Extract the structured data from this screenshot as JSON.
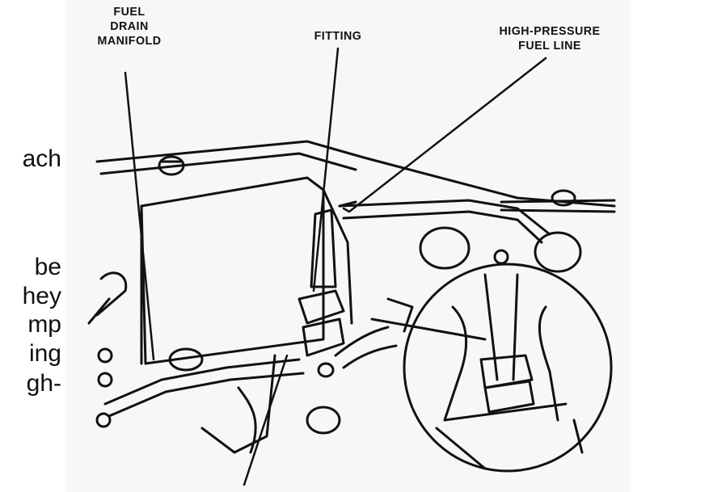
{
  "side_text": {
    "lines": [
      "ach",
      "be",
      "hey",
      "mp",
      "ing",
      "gh-"
    ]
  },
  "callouts": {
    "fuel_drain_manifold": [
      "FUEL",
      "DRAIN",
      "MANIFOLD"
    ],
    "fitting": [
      "FITTING"
    ],
    "high_pressure_fuel_line": [
      "HIGH-PRESSURE",
      "FUEL LINE"
    ]
  }
}
